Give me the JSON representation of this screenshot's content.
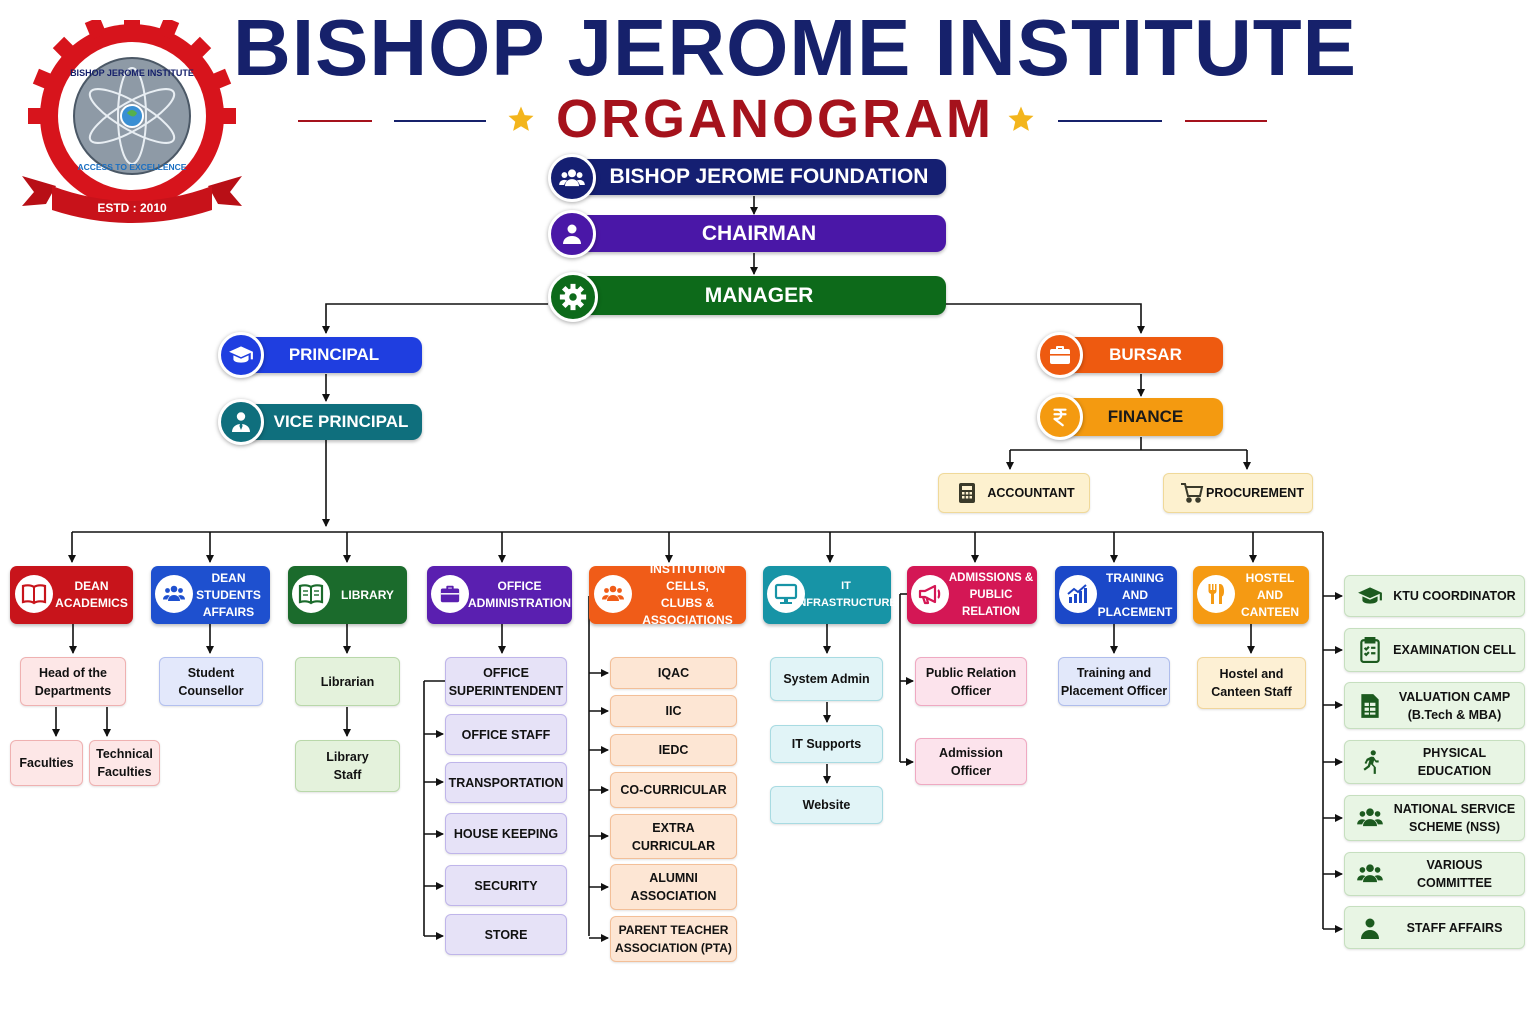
{
  "header": {
    "title": "BISHOP JEROME INSTITUTE",
    "subtitle": "ORGANOGRAM"
  },
  "logo": {
    "ring_text": "BISHOP JEROME INSTITUTE",
    "motto": "ACCESS TO EXCELLENCE",
    "established": "ESTD : 2010"
  },
  "colors": {
    "title": "#16216b",
    "subtitle": "#a5121c",
    "foundation": "#151f72",
    "chairman": "#4a17a7",
    "manager": "#0d6a1a",
    "principal": "#1f3ee0",
    "vice_principal": "#0f6f7d",
    "bursar": "#ee5a10",
    "finance": "#f49a10"
  },
  "top_chain": [
    {
      "label": "BISHOP JEROME FOUNDATION",
      "icon": "users-icon"
    },
    {
      "label": "CHAIRMAN",
      "icon": "person-icon"
    },
    {
      "label": "MANAGER",
      "icon": "gear-icon"
    }
  ],
  "left_branch": [
    {
      "label": "PRINCIPAL",
      "icon": "graduation-cap-icon"
    },
    {
      "label": "VICE PRINCIPAL",
      "icon": "person-tie-icon"
    }
  ],
  "right_branch": [
    {
      "label": "BURSAR",
      "icon": "briefcase-icon"
    },
    {
      "label": "FINANCE",
      "icon": "rupee-icon"
    }
  ],
  "finance_children": [
    {
      "label": "ACCOUNTANT",
      "icon": "calculator-icon"
    },
    {
      "label": "PROCUREMENT",
      "icon": "cart-icon"
    }
  ],
  "departments": [
    {
      "label": "DEAN\nACADEMICS",
      "icon": "book-icon",
      "color": "#c8141b"
    },
    {
      "label": "DEAN\nSTUDENTS\nAFFAIRS",
      "icon": "users-icon",
      "color": "#1e50cf"
    },
    {
      "label": "LIBRARY",
      "icon": "book-open-icon",
      "color": "#1b6b2c"
    },
    {
      "label": "OFFICE\nADMINISTRATION",
      "icon": "briefcase-icon",
      "color": "#5a1fb0"
    },
    {
      "label": "INSTITUTION CELLS,\nCLUBS &\nASSOCIATIONS",
      "icon": "group-icon",
      "color": "#f05c18"
    },
    {
      "label": "IT\nINFRASTRUCTURE",
      "icon": "monitor-icon",
      "color": "#1794a6"
    },
    {
      "label": "ADMISSIONS &\nPUBLIC RELATION",
      "icon": "megaphone-icon",
      "color": "#d41755"
    },
    {
      "label": "TRAINING AND\nPLACEMENT",
      "icon": "chart-icon",
      "color": "#1b48c8"
    },
    {
      "label": "HOSTEL AND\nCANTEEN",
      "icon": "utensils-icon",
      "color": "#f59a13"
    }
  ],
  "dean_academics": {
    "hod": "Head of the\nDepartments",
    "faculties": "Faculties",
    "technical": "Technical\nFaculties"
  },
  "dean_students": [
    "Student\nCounsellor"
  ],
  "library": [
    "Librarian",
    "Library\nStaff"
  ],
  "office_admin": [
    "OFFICE\nSUPERINTENDENT",
    "OFFICE STAFF",
    "TRANSPORTATION",
    "HOUSE KEEPING",
    "SECURITY",
    "STORE"
  ],
  "institution_cells": [
    "IQAC",
    "IIC",
    "IEDC",
    "CO-CURRICULAR",
    "EXTRA\nCURRICULAR",
    "ALUMNI\nASSOCIATION",
    "PARENT TEACHER\nASSOCIATION (PTA)"
  ],
  "it_infra": [
    "System Admin",
    "IT Supports",
    "Website"
  ],
  "admissions": [
    "Public Relation\nOfficer",
    "Admission\nOfficer"
  ],
  "training": [
    "Training and\nPlacement Officer"
  ],
  "hostel": [
    "Hostel and\nCanteen Staff"
  ],
  "right_column": [
    {
      "label": "KTU COORDINATOR",
      "icon": "graduation-cap-icon"
    },
    {
      "label": "EXAMINATION CELL",
      "icon": "clipboard-icon"
    },
    {
      "label": "VALUATION CAMP\n(B.Tech & MBA)",
      "icon": "document-icon"
    },
    {
      "label": "PHYSICAL EDUCATION",
      "icon": "runner-icon"
    },
    {
      "label": "NATIONAL SERVICE\nSCHEME (NSS)",
      "icon": "group-icon"
    },
    {
      "label": "VARIOUS COMMITTEE",
      "icon": "group-icon"
    },
    {
      "label": "STAFF AFFAIRS",
      "icon": "person-icon"
    }
  ]
}
